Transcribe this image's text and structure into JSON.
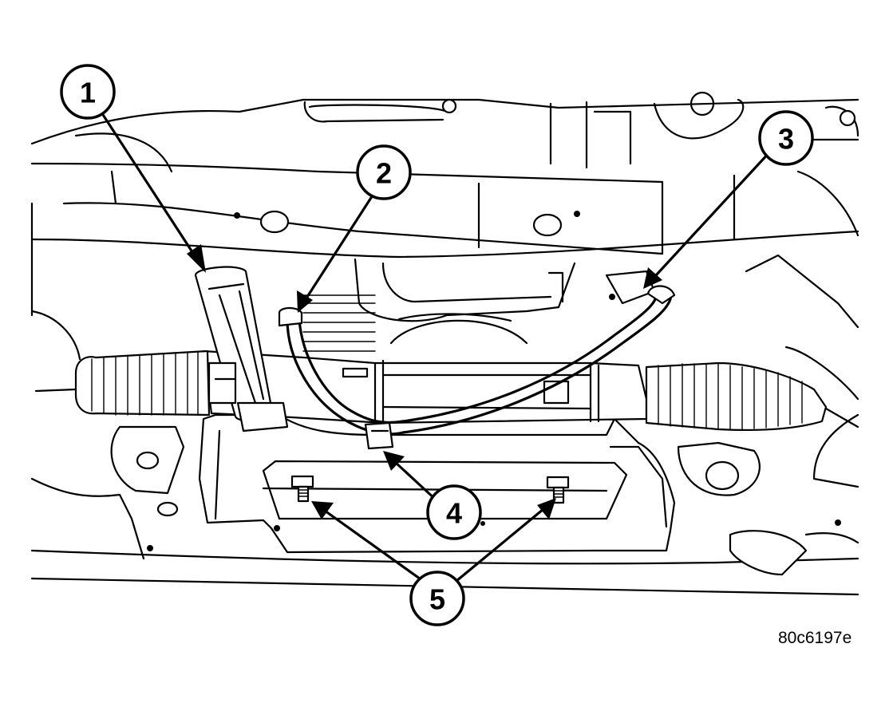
{
  "figure_id": "80c6197e",
  "callouts": [
    {
      "number": "1"
    },
    {
      "number": "2"
    },
    {
      "number": "3"
    },
    {
      "number": "4"
    },
    {
      "number": "5"
    }
  ]
}
